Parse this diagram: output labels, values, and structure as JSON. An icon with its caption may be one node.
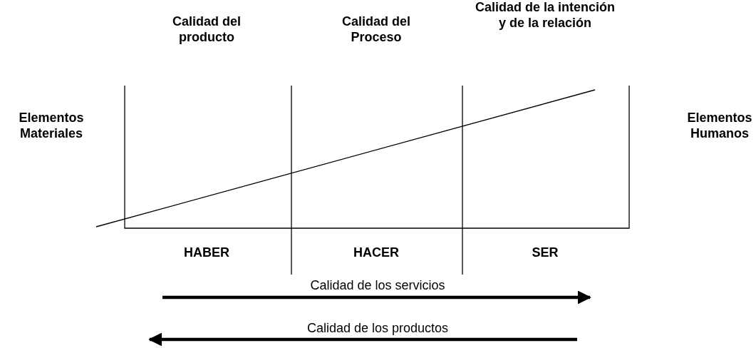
{
  "diagram": {
    "labels": [
      "Calidad del producto",
      "Calidad del Proceso",
      "Calidad de la intención y de la relación",
      "Elementos Materiales",
      "Elementos Humanos",
      "HABER",
      "HACER",
      "SER",
      "Calidad de los servicios",
      "Calidad de los productos"
    ]
  }
}
